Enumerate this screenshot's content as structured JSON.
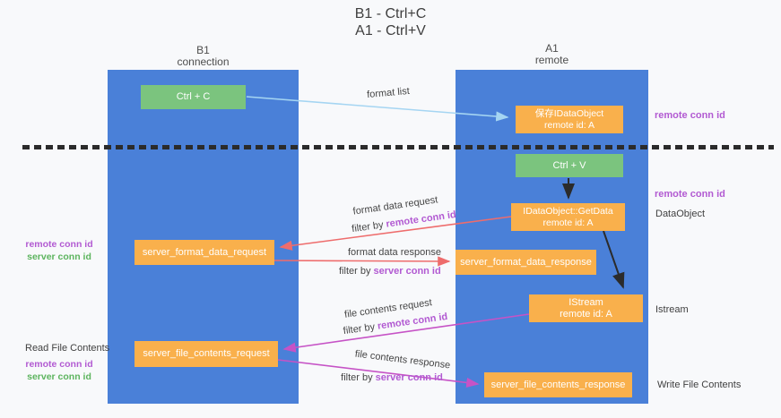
{
  "title": {
    "line1": "B1 - Ctrl+C",
    "line2": "A1 - Ctrl+V"
  },
  "lanes": {
    "b1": {
      "name": "B1",
      "subtitle": "connection"
    },
    "a1": {
      "name": "A1",
      "subtitle": "remote"
    }
  },
  "nodes": {
    "ctrl_c": {
      "label": "Ctrl + C"
    },
    "ctrl_v": {
      "label": "Ctrl + V"
    },
    "save_dataobject": {
      "line1": "保存IDataObject",
      "line2": "remote id: A"
    },
    "getdata": {
      "line1": "IDataObject::GetData",
      "line2": "remote id: A"
    },
    "istream": {
      "line1": "IStream",
      "line2": "remote id: A"
    },
    "server_format_data_request": {
      "label": "server_format_data_request"
    },
    "server_format_data_response": {
      "label": "server_format_data_response"
    },
    "server_file_contents_request": {
      "label": "server_file_contents_request"
    },
    "server_file_contents_response": {
      "label": "server_file_contents_response"
    }
  },
  "edge_labels": {
    "format_list": "format list",
    "format_data_request": "format data request",
    "format_data_response": "format data response",
    "file_contents_request": "file contents request",
    "file_contents_response": "file contents response",
    "filter_by": "filter by ",
    "remote_conn_id": "remote conn id",
    "server_conn_id": "server conn id"
  },
  "side_labels": {
    "remote_conn_id": "remote conn id",
    "server_conn_id": "server conn id",
    "dataobject": "DataObject",
    "istream": "Istream",
    "read_file_contents": "Read File Contents",
    "write_file_contents": "Write File Contents"
  },
  "colors": {
    "lane_blue": "#4a80d8",
    "node_orange": "#f9b04c",
    "node_green": "#7bc47e",
    "arrow_light_blue": "#a5d5f2",
    "arrow_red": "#ee6c6c",
    "arrow_magenta": "#c653c6",
    "arrow_black": "#2b2b2b",
    "text_purple": "#b25ad2",
    "text_green": "#5cb45e",
    "text_dark": "#3f3f3f",
    "background": "#f8f9fb",
    "divider": "#2b2b2b"
  }
}
